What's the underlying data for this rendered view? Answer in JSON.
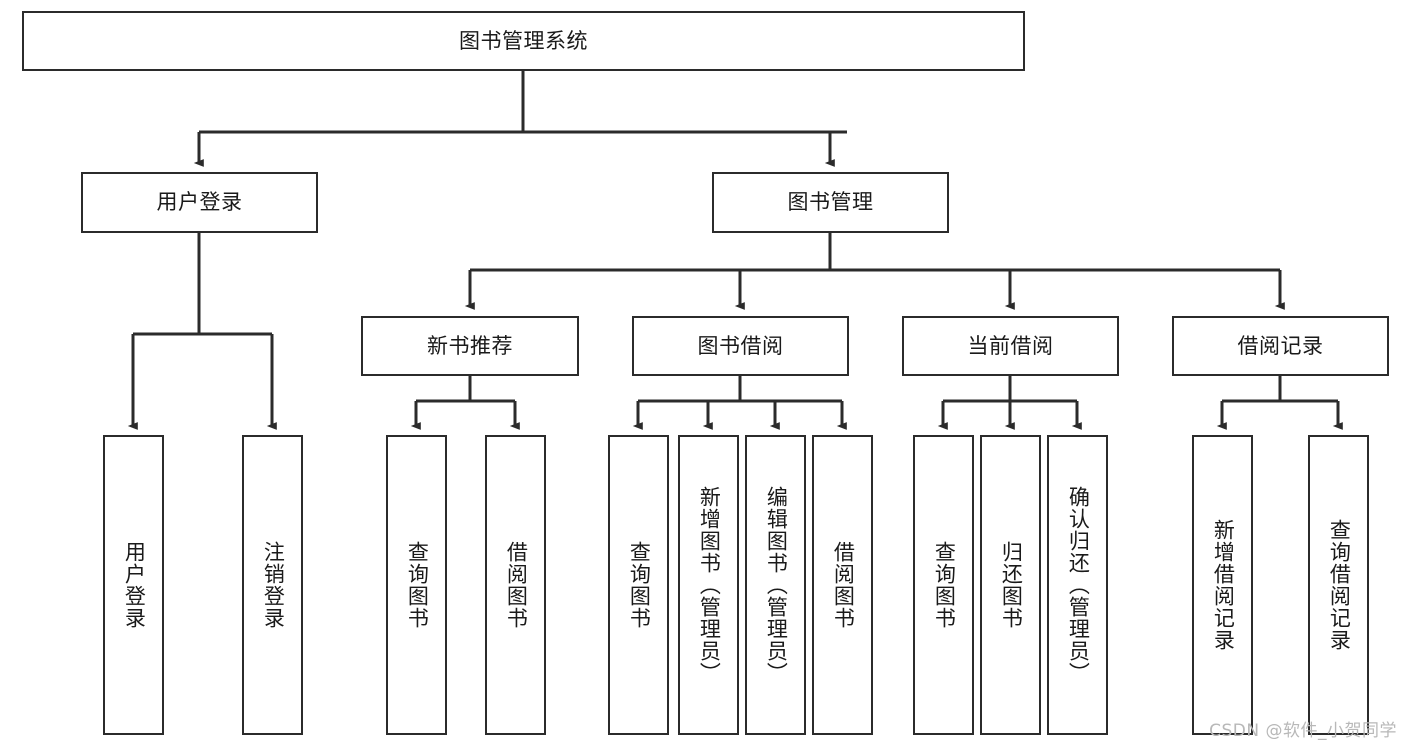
{
  "diagram": {
    "type": "tree-hierarchy",
    "title": "图书管理系统",
    "watermark": "CSDN @软件_小贺同学",
    "colors": {
      "box_border": "#2b2b2b",
      "box_fill": "#ffffff",
      "connector": "#2b2b2b",
      "text": "#1a1a1a",
      "watermark": "#b8b8b8",
      "background": "#ffffff"
    },
    "nodes": {
      "root": {
        "label": "图书管理系统",
        "level": 1
      },
      "user_login": {
        "label": "用户登录",
        "level": 2
      },
      "book_manage": {
        "label": "图书管理",
        "level": 2
      },
      "new_book_rec": {
        "label": "新书推荐",
        "level": 3
      },
      "book_borrow": {
        "label": "图书借阅",
        "level": 3
      },
      "current_borrow": {
        "label": "当前借阅",
        "level": 3
      },
      "borrow_record": {
        "label": "借阅记录",
        "level": 3
      },
      "leaf_user_login": {
        "label": "用户登录",
        "level": 3
      },
      "leaf_logout": {
        "label": "注销登录",
        "level": 3
      },
      "leaf_query_book_1": {
        "label": "查询图书",
        "level": 4
      },
      "leaf_borrow_book_1": {
        "label": "借阅图书",
        "level": 4
      },
      "leaf_query_book_2": {
        "label": "查询图书",
        "level": 4
      },
      "leaf_add_book": {
        "label": "新增图书（管理员）",
        "level": 4
      },
      "leaf_edit_book": {
        "label": "编辑图书（管理员）",
        "level": 4
      },
      "leaf_borrow_book_2": {
        "label": "借阅图书",
        "level": 4
      },
      "leaf_query_book_3": {
        "label": "查询图书",
        "level": 4
      },
      "leaf_return_book": {
        "label": "归还图书",
        "level": 4
      },
      "leaf_confirm_return": {
        "label": "确认归还（管理员）",
        "level": 4
      },
      "leaf_add_record": {
        "label": "新增借阅记录",
        "level": 4
      },
      "leaf_query_record": {
        "label": "查询借阅记录",
        "level": 4
      }
    },
    "edges": [
      {
        "from": "root",
        "to": "user_login"
      },
      {
        "from": "root",
        "to": "book_manage"
      },
      {
        "from": "user_login",
        "to": "leaf_user_login"
      },
      {
        "from": "user_login",
        "to": "leaf_logout"
      },
      {
        "from": "book_manage",
        "to": "new_book_rec"
      },
      {
        "from": "book_manage",
        "to": "book_borrow"
      },
      {
        "from": "book_manage",
        "to": "current_borrow"
      },
      {
        "from": "book_manage",
        "to": "borrow_record"
      },
      {
        "from": "new_book_rec",
        "to": "leaf_query_book_1"
      },
      {
        "from": "new_book_rec",
        "to": "leaf_borrow_book_1"
      },
      {
        "from": "book_borrow",
        "to": "leaf_query_book_2"
      },
      {
        "from": "book_borrow",
        "to": "leaf_add_book"
      },
      {
        "from": "book_borrow",
        "to": "leaf_edit_book"
      },
      {
        "from": "book_borrow",
        "to": "leaf_borrow_book_2"
      },
      {
        "from": "current_borrow",
        "to": "leaf_query_book_3"
      },
      {
        "from": "current_borrow",
        "to": "leaf_return_book"
      },
      {
        "from": "current_borrow",
        "to": "leaf_confirm_return"
      },
      {
        "from": "borrow_record",
        "to": "leaf_add_record"
      },
      {
        "from": "borrow_record",
        "to": "leaf_query_record"
      }
    ]
  }
}
